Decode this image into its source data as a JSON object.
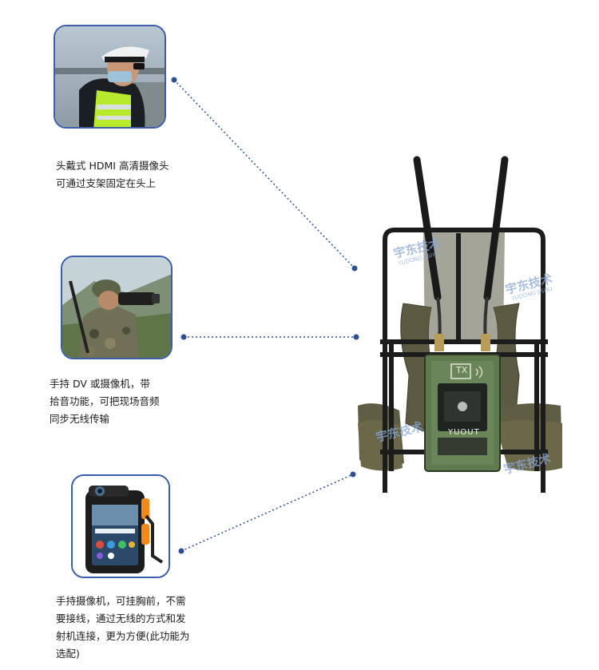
{
  "captions": {
    "head_camera": {
      "line1": "头戴式 HDMI 高清摄像头",
      "line2": "可通过支架固定在头上"
    },
    "dv_camera": {
      "line1": "手持 DV 或摄像机，带",
      "line2": "拾音功能，可把现场音频",
      "line3": "同步无线传输"
    },
    "body_camera": {
      "line1": "手持摄像机，可挂胸前，不需",
      "line2": "要接线，通过无线的方式和发",
      "line3": "射机连接，更为方便(此功能为",
      "line4": "选配)"
    }
  },
  "device": {
    "panel_label": "TX",
    "brand": "YUOUT",
    "watermark_cn": "宇东技术",
    "watermark_en": "YUDONG JISHU"
  },
  "colors": {
    "card_border": "#3a5fa8",
    "connector": "#2d4f8f",
    "device_green": "#5f7a4f",
    "frame": "#1c1c1c"
  },
  "icons": [
    "photo-head-camera-officer",
    "photo-soldier-dv-camera",
    "photo-body-worn-camera",
    "backpack-transmitter"
  ]
}
